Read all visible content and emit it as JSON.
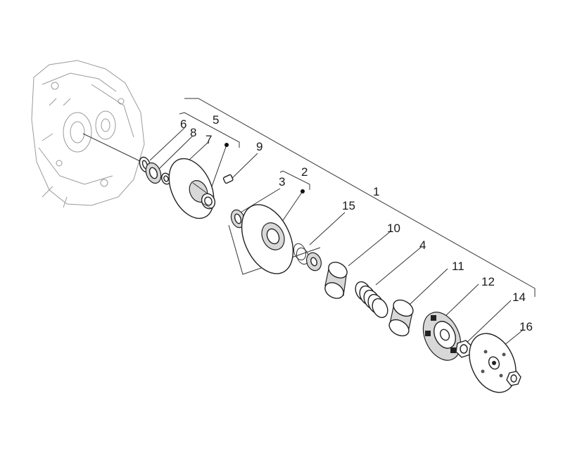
{
  "labels": {
    "l1": "1",
    "l2": "2",
    "l3": "3",
    "l4": "4",
    "l5": "5",
    "l6": "6",
    "l7": "7",
    "l8": "8",
    "l9": "9",
    "l10": "10",
    "l11": "11",
    "l12": "12",
    "l14": "14",
    "l15": "15",
    "l16": "16"
  }
}
